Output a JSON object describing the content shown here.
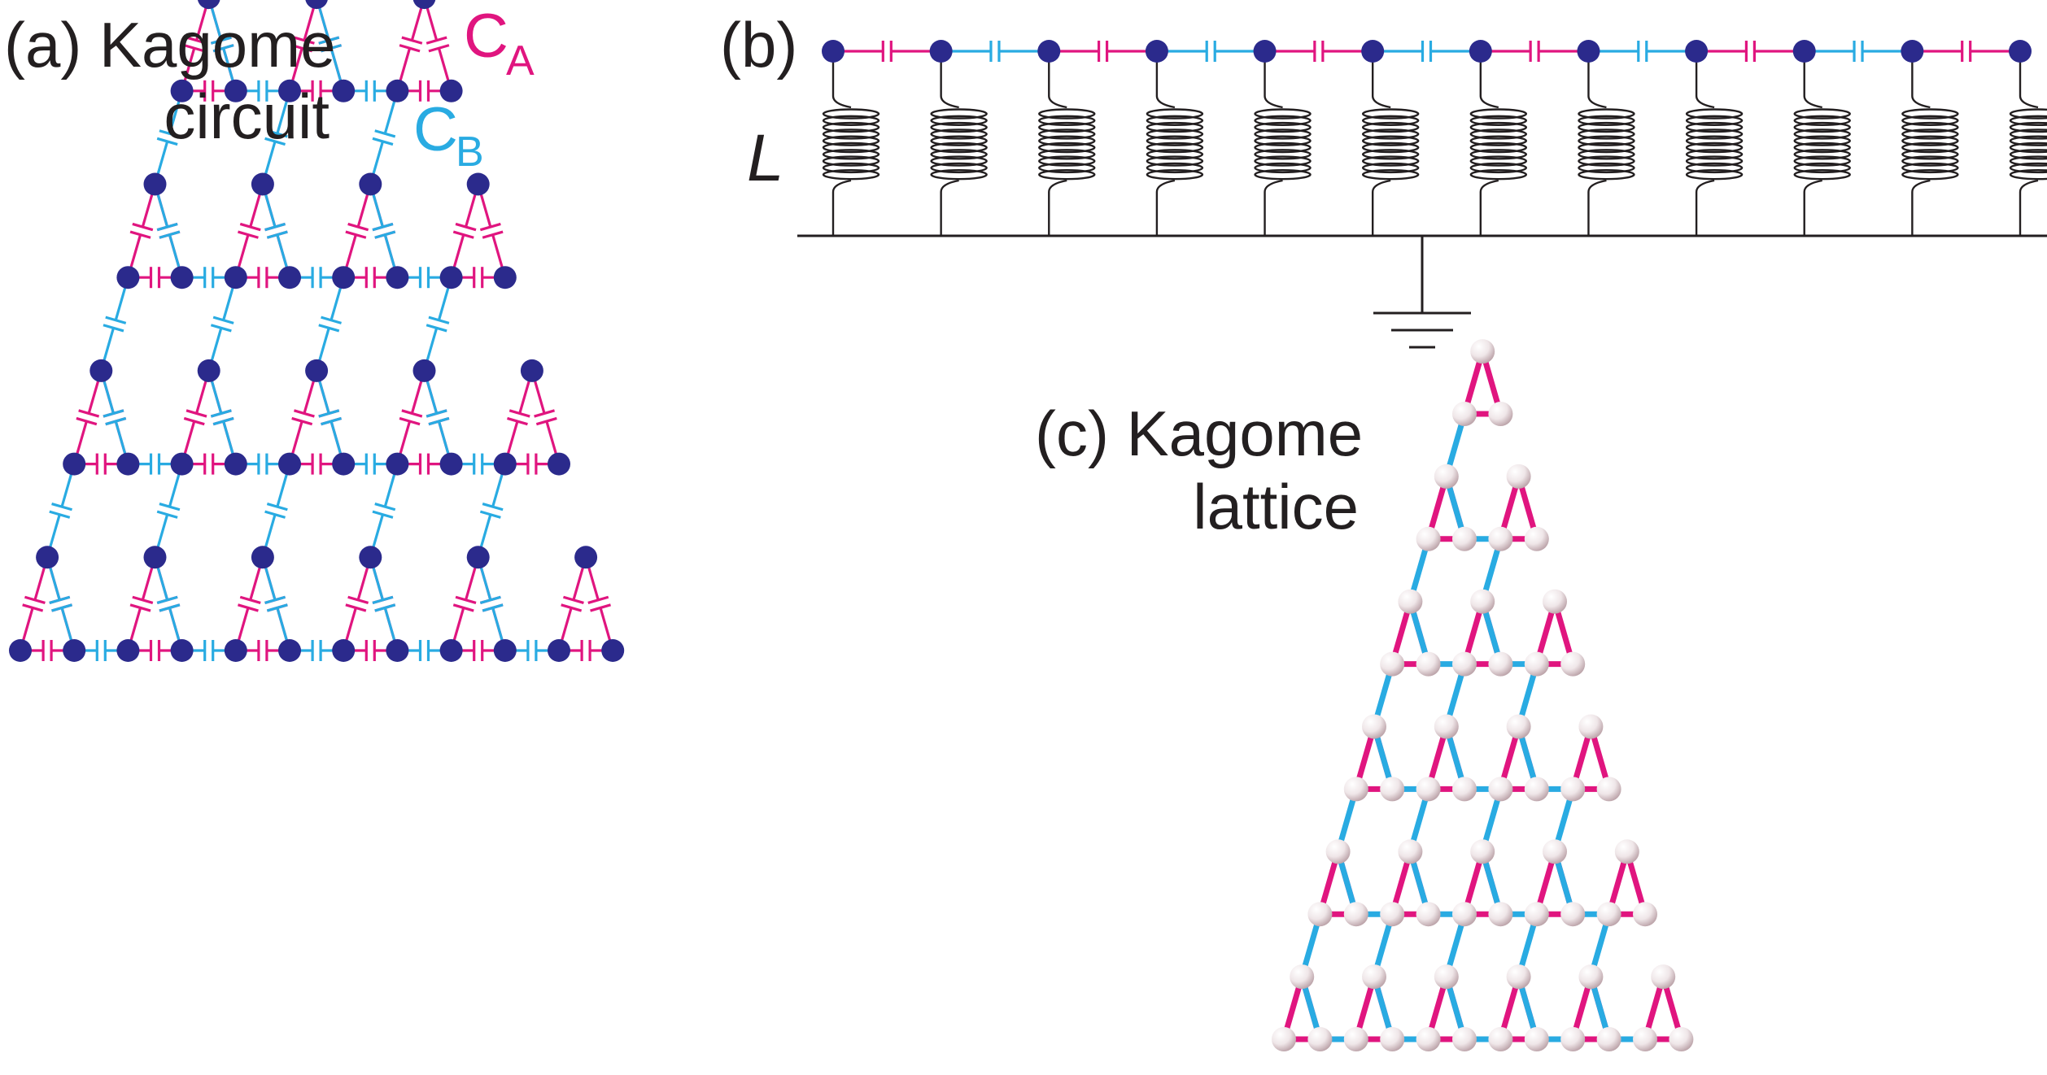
{
  "panel_a": {
    "title_line1": "(a) Kagome",
    "title_line2": "circuit",
    "ca_main": "C",
    "ca_sub": "A",
    "cb_main": "C",
    "cb_sub": "B"
  },
  "panel_b": {
    "title": "(b)",
    "inductor_label": "L"
  },
  "panel_c": {
    "title_line1": "(c) Kagome",
    "title_line2": "lattice"
  },
  "colors": {
    "ca": "#e0157f",
    "cb": "#29abe2",
    "node": "#2b2a8c",
    "wire": "#231f20",
    "sphere_light": "#ffffff",
    "sphere_dark": "#c9b3b8"
  }
}
